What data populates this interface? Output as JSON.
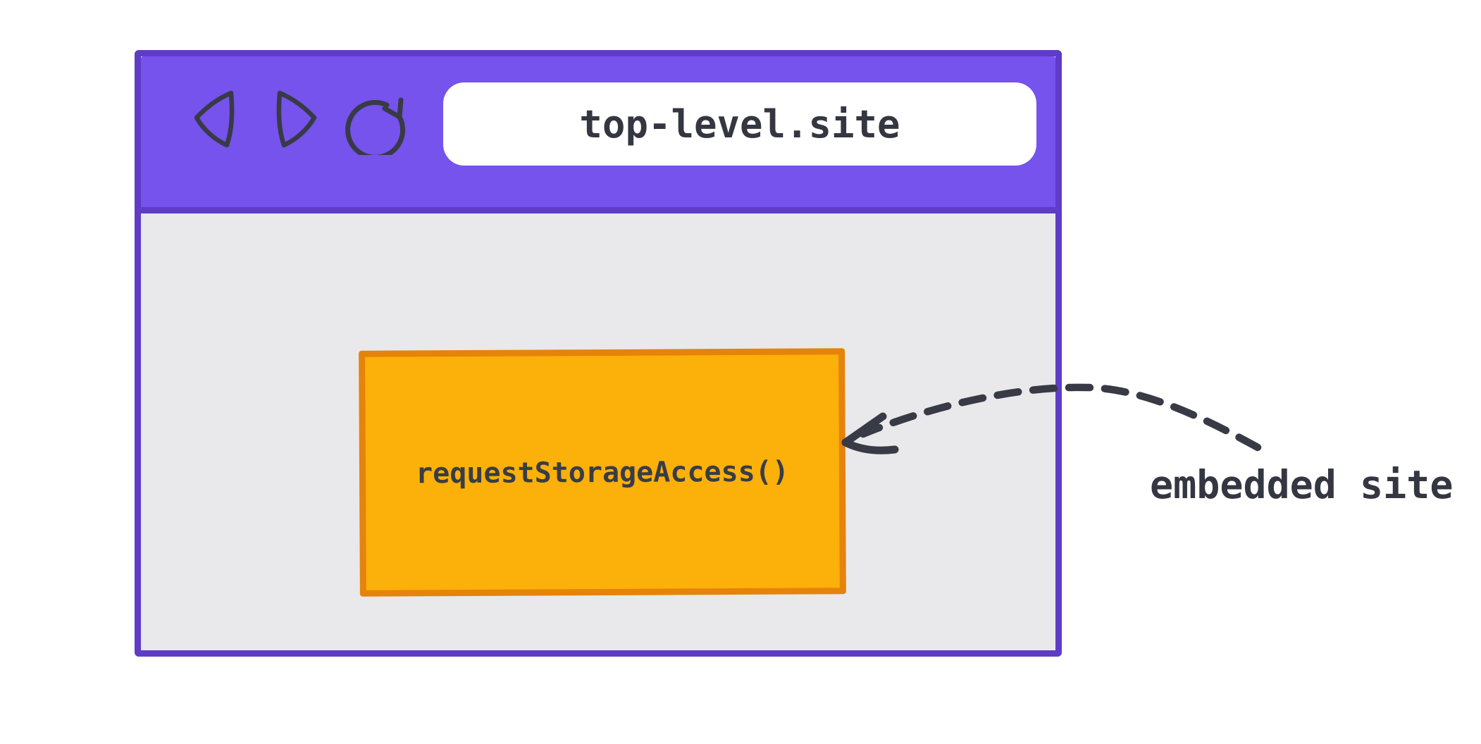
{
  "browser": {
    "url": "top-level.site",
    "controls": [
      "back",
      "forward",
      "reload"
    ]
  },
  "frame": {
    "label": "requestStorageAccess()"
  },
  "annotation": {
    "label": "embedded site"
  },
  "icons": {
    "back": "back-icon",
    "forward": "forward-icon",
    "reload": "reload-icon",
    "arrow": "dashed-arrow-icon"
  },
  "colors": {
    "titlebar": "#7553ec",
    "window_border": "#5e3cc8",
    "content_bg": "#e9e9eb",
    "frame_fill": "#fbb00a",
    "frame_border": "#e5830b",
    "ink": "#383b45",
    "address_bg": "#ffffff",
    "page_bg": "#ffffff"
  }
}
